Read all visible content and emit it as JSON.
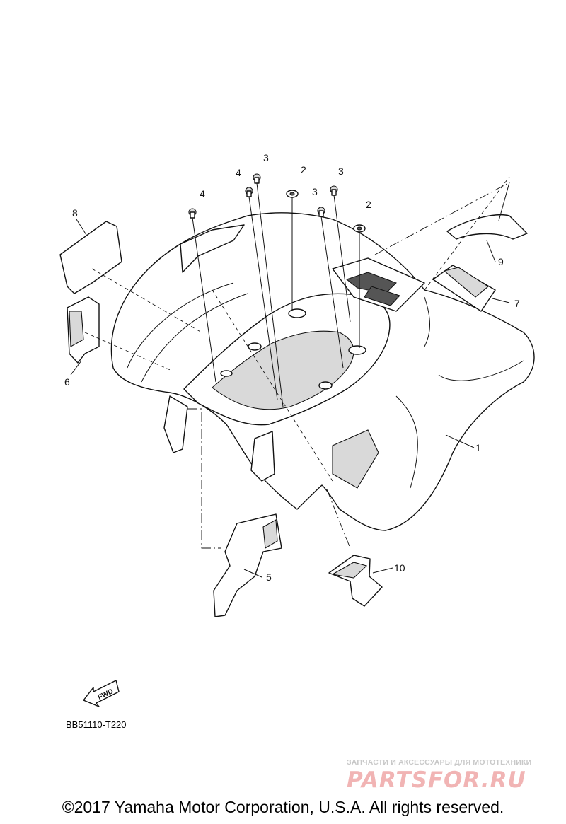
{
  "callouts": [
    {
      "id": "1",
      "label": "1"
    },
    {
      "id": "2a",
      "label": "2"
    },
    {
      "id": "2b",
      "label": "2"
    },
    {
      "id": "3a",
      "label": "3"
    },
    {
      "id": "3b",
      "label": "3"
    },
    {
      "id": "3c",
      "label": "3"
    },
    {
      "id": "4a",
      "label": "4"
    },
    {
      "id": "4b",
      "label": "4"
    },
    {
      "id": "5",
      "label": "5"
    },
    {
      "id": "6",
      "label": "6"
    },
    {
      "id": "7",
      "label": "7"
    },
    {
      "id": "8",
      "label": "8"
    },
    {
      "id": "9",
      "label": "9"
    },
    {
      "id": "10",
      "label": "10"
    }
  ],
  "fwd_label": "FWD",
  "drawing_code": "BB51110-T220",
  "watermark": {
    "tagline": "ЗАПЧАСТИ И АКСЕССУАРЫ ДЛЯ МОТОТЕХНИКИ",
    "logo": "PARTSFOR.RU"
  },
  "copyright": "©2017 Yamaha Motor Corporation, U.S.A. All rights reserved."
}
